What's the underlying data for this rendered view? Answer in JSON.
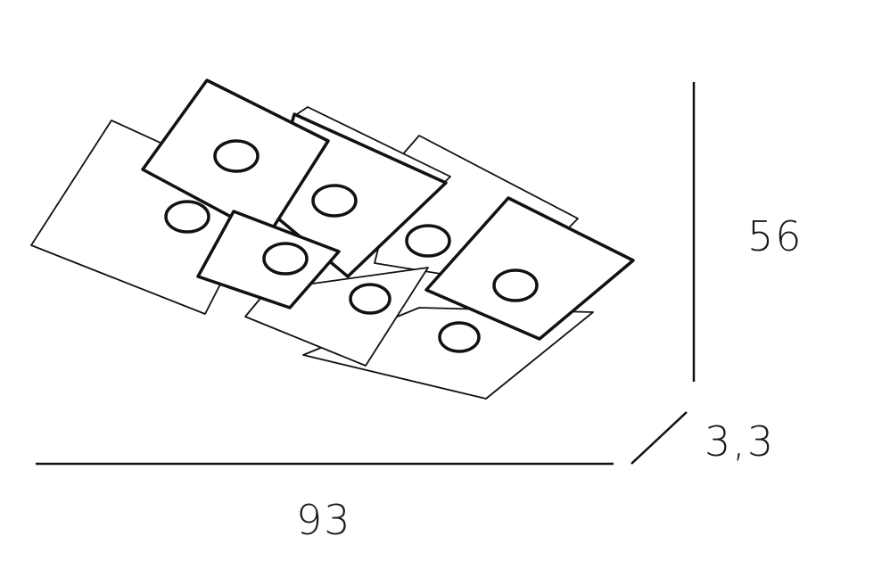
{
  "diagram": {
    "dimensions": {
      "height": "56",
      "depth": "3,3",
      "width": "93"
    },
    "line_color": "#111111",
    "panel_count": 8
  }
}
